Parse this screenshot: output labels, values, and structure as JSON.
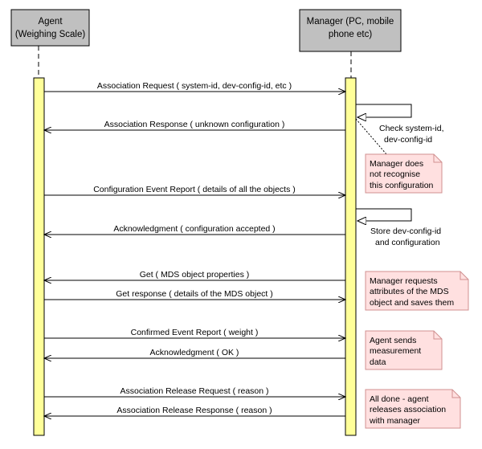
{
  "actors": {
    "agent": {
      "line1": "Agent",
      "line2": "(Weighing Scale)"
    },
    "manager": {
      "line1": "Manager (PC, mobile",
      "line2": "phone etc)"
    }
  },
  "messages": [
    {
      "label": "Association Request ( system-id, dev-config-id, etc )",
      "direction": "agent-to-manager"
    },
    {
      "label": "Association Response ( unknown configuration )",
      "direction": "manager-to-agent"
    },
    {
      "label": "Configuration Event Report ( details of all the objects )",
      "direction": "agent-to-manager"
    },
    {
      "label": "Acknowledgment ( configuration accepted )",
      "direction": "manager-to-agent"
    },
    {
      "label": "Get ( MDS object properties )",
      "direction": "manager-to-agent"
    },
    {
      "label": "Get response ( details of the MDS object )",
      "direction": "agent-to-manager"
    },
    {
      "label": "Confirmed Event Report ( weight )",
      "direction": "agent-to-manager"
    },
    {
      "label": "Acknowledgment ( OK )",
      "direction": "manager-to-agent"
    },
    {
      "label": "Association Release Request ( reason )",
      "direction": "agent-to-manager"
    },
    {
      "label": "Association Release Response ( reason )",
      "direction": "manager-to-agent"
    }
  ],
  "self_calls": [
    {
      "lines": [
        "Check system-id,",
        "dev-config-id"
      ]
    },
    {
      "lines": [
        "Store dev-config-id",
        "and configuration"
      ]
    }
  ],
  "notes": [
    {
      "lines": [
        "Manager does",
        "not recognise",
        "this configuration"
      ]
    },
    {
      "lines": [
        "Manager requests",
        "attributes of the MDS",
        "object and saves them"
      ]
    },
    {
      "lines": [
        "Agent sends",
        "measurement",
        "data"
      ]
    },
    {
      "lines": [
        "All done - agent",
        "releases association",
        "with manager"
      ]
    }
  ],
  "colors": {
    "actor_box": "#c0c0c0",
    "activation_bar": "#ffff99",
    "note_fill": "#ffe0e0",
    "note_border": "#d09090",
    "line": "#000000"
  }
}
